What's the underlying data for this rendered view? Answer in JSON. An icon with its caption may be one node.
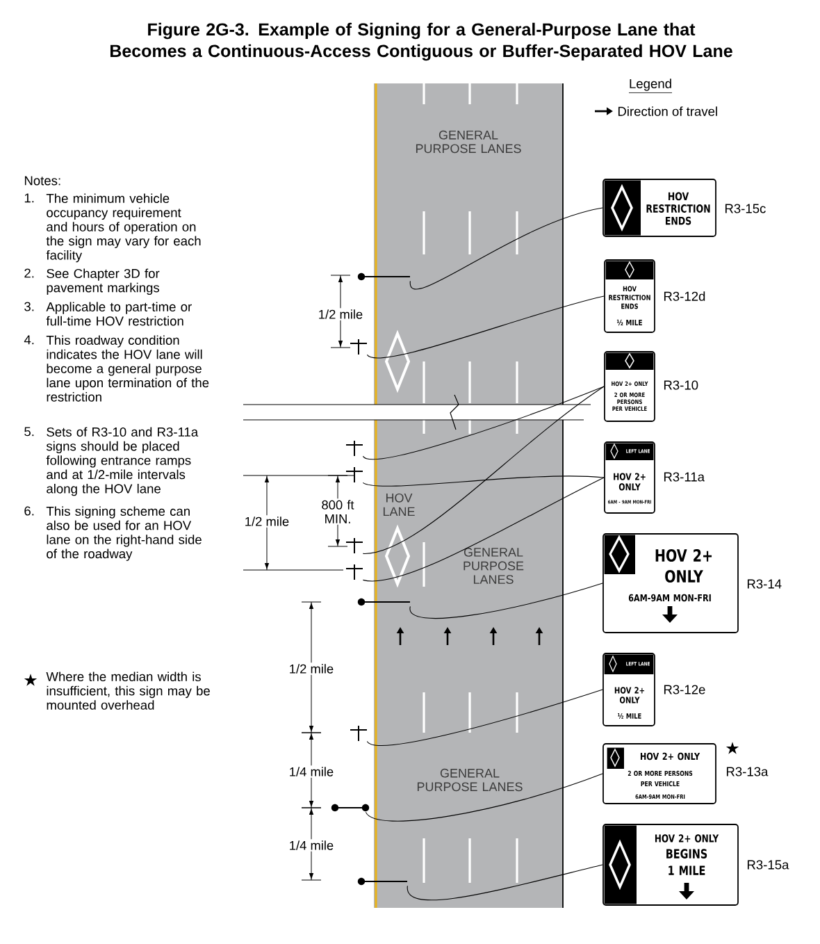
{
  "diagram": {
    "title": "Figure 2G-3.  Example of Signing for a General-Purpose Lane that Becomes a Continuous-Access Contiguous or Buffer-Separated HOV Lane",
    "nodes": [
      {
        "text": [
          "HOV RESTRICTION ENDS"
        ],
        "beside": [
          "R3-15c"
        ]
      },
      {
        "text": [
          "HOV RESTRICTION ENDS",
          "½ MILE"
        ],
        "beside": [
          "R3-12d"
        ]
      },
      {
        "text": [
          "HOV 2+ ONLY",
          "2 OR MORE PERSONS PER VEHICLE"
        ],
        "beside": [
          "R3-10"
        ]
      },
      {
        "text": [
          "LEFT LANE",
          "HOV 2+ ONLY",
          "6AM - 9AM MON-FRI"
        ],
        "beside": [
          "R3-11a"
        ]
      },
      {
        "text": [
          "HOV 2+ ONLY",
          "6AM-9AM MON-FRI"
        ],
        "beside": [
          "R3-14"
        ]
      },
      {
        "text": [
          "LEFT LANE",
          "HOV 2+ ONLY",
          "½ MILE"
        ],
        "beside": [
          "R3-12e"
        ]
      },
      {
        "text": [
          "HOV 2+ ONLY",
          "2 OR MORE PERSONS PER VEHICLE",
          "6AM-9AM MON-FRI"
        ],
        "beside": [
          "R3-13a",
          "★"
        ]
      },
      {
        "text": [
          "HOV 2+ ONLY",
          "BEGINS 1 MILE"
        ],
        "beside": [
          "R3-15a"
        ]
      },
      {
        "text": [],
        "shape": "bar"
      },
      {
        "text": [],
        "shape": "post"
      },
      {
        "text": [],
        "shape": "post"
      },
      {
        "text": [],
        "shape": "post"
      },
      {
        "text": [],
        "shape": "post"
      },
      {
        "text": [],
        "shape": "post"
      },
      {
        "text": [],
        "shape": "bar"
      },
      {
        "text": [],
        "shape": "post"
      },
      {
        "text": [],
        "shape": "bar"
      },
      {
        "text": [],
        "shape": "bar"
      }
    ],
    "edges": [
      {
        "from": 0,
        "to": 8,
        "arrow": "none"
      },
      {
        "from": 1,
        "to": 9,
        "arrow": "none"
      },
      {
        "from": 2,
        "to": 10,
        "arrow": "none"
      },
      {
        "from": 2,
        "to": 12,
        "arrow": "none"
      },
      {
        "from": 3,
        "to": 11,
        "arrow": "none"
      },
      {
        "from": 3,
        "to": 13,
        "arrow": "none"
      },
      {
        "from": 4,
        "to": 14,
        "arrow": "none"
      },
      {
        "from": 5,
        "to": 15,
        "arrow": "none"
      },
      {
        "from": 6,
        "to": 16,
        "arrow": "none"
      },
      {
        "from": 7,
        "to": 17,
        "arrow": "none"
      }
    ],
    "labels": [
      "Legend",
      "GENERAL PURPOSE LANES",
      "Notes:",
      "1.",
      "The minimum vehicle occupancy requirement and hours of operation on the sign may vary for each facility",
      "2.",
      "See Chapter 3D for pavement markings",
      "3.",
      "Applicable to part-time or full-time HOV restriction",
      "4.",
      "This roadway condition indicates the HOV lane will become a general purpose lane upon termination of the restriction",
      "5.",
      "Sets of R3-10 and R3-11a signs should be placed following entrance ramps and at 1/2-mile intervals along the HOV lane",
      "6.",
      "This signing scheme can also be used for an HOV lane on the right-hand side of the roadway",
      "1/2 mile",
      "800 ft MIN.",
      "1/2 mile",
      "HOV LANE",
      "GENERAL PURPOSE LANES",
      "1/2 mile",
      "★",
      "Where the median width is insufficient, this sign may be mounted overhead",
      "1/4 mile",
      "GENERAL PURPOSE LANES",
      "1/4 mile"
    ],
    "legend": [
      {
        "text": "Direction of travel"
      }
    ]
  }
}
